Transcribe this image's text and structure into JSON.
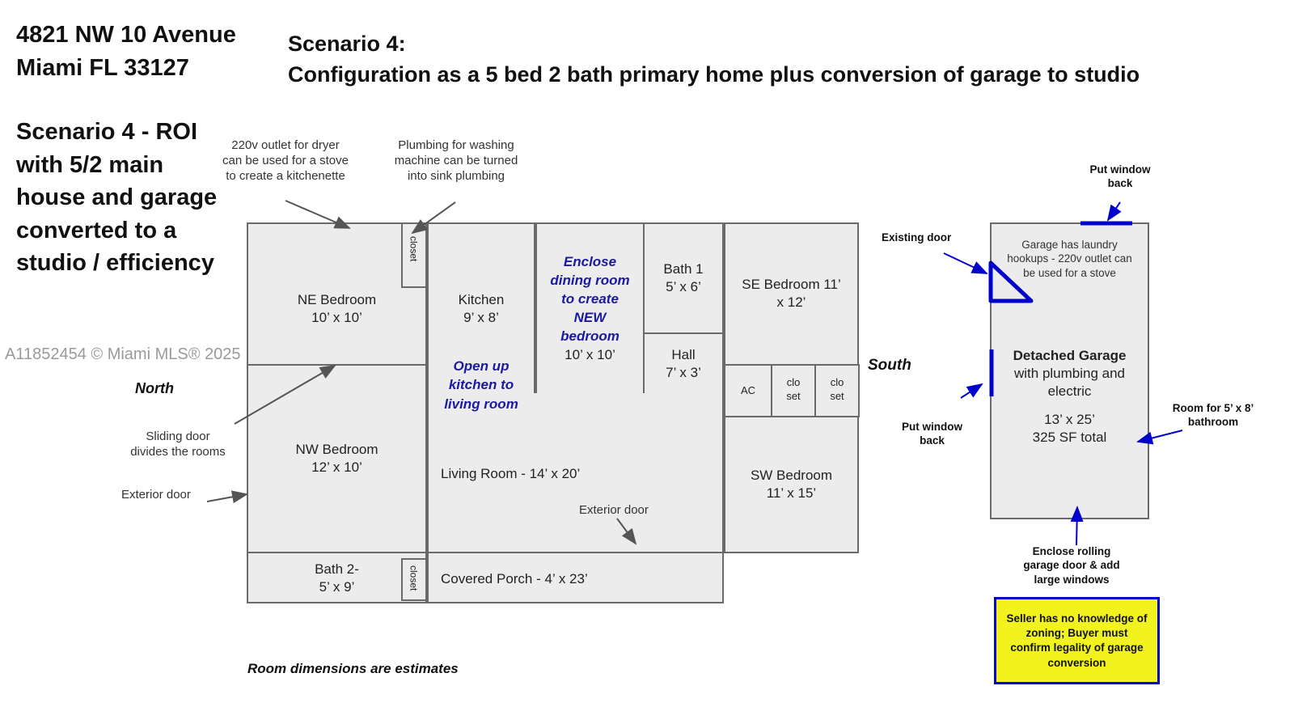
{
  "address": {
    "line1": "4821 NW 10 Avenue",
    "line2": "Miami FL 33127"
  },
  "scenario": {
    "line1": "Scenario 4:",
    "line2": "Configuration as a 5 bed 2 bath primary home plus conversion of garage to studio"
  },
  "roi": [
    "Scenario 4 - ROI",
    "with 5/2 main",
    "house and garage",
    "converted to a",
    "studio / efficiency"
  ],
  "watermark": "A11852454 © Miami MLS® 2025",
  "directions": {
    "north": "North",
    "south": "South"
  },
  "rooms": {
    "ne": [
      "NE Bedroom",
      "10’ x 10’"
    ],
    "nw": [
      "NW Bedroom",
      "12’ x 10’"
    ],
    "bath2": [
      "Bath 2-",
      "5’ x 9’"
    ],
    "closet": "closet",
    "kitchen": [
      "Kitchen",
      "9’ x 8’"
    ],
    "dining": [
      "Enclose",
      "dining room",
      "to create",
      "NEW",
      "bedroom"
    ],
    "dining_dim": "10’ x 10’",
    "bath1": [
      "Bath 1",
      "5’ x 6’"
    ],
    "hall": [
      "Hall",
      "7’ x 3’"
    ],
    "se": [
      "SE Bedroom  11’",
      "x 12’"
    ],
    "ac": "AC",
    "closet2": [
      "clo",
      "set"
    ],
    "sw": [
      "SW Bedroom",
      "11’ x 15’"
    ],
    "living": "Living Room - 14’ x 20’",
    "porch": "Covered Porch - 4’ x 23’",
    "open_kitchen": [
      "Open up",
      "kitchen to",
      "living room"
    ]
  },
  "notes": {
    "outlet": [
      "220v outlet for dryer",
      "can be used for a stove",
      "to create a kitchenette"
    ],
    "plumbing": [
      "Plumbing for washing",
      "machine can be turned",
      "into sink plumbing"
    ],
    "sliding": [
      "Sliding door",
      "divides the rooms"
    ],
    "ext_door_w": "Exterior door",
    "ext_door_living": "Exterior door",
    "estimates": "Room dimensions are estimates"
  },
  "garage": {
    "title": "Detached Garage",
    "sub": [
      "with plumbing and",
      "electric"
    ],
    "dims": [
      "13’ x 25’",
      "325 SF total"
    ],
    "laundry": [
      "Garage has laundry",
      "hookups - 220v outlet can",
      "be used for a stove"
    ],
    "window_top": [
      "Put window",
      "back"
    ],
    "existing_door": "Existing door",
    "window_side": [
      "Put window",
      "back"
    ],
    "bath_room": [
      "Room for 5’ x 8’",
      "bathroom"
    ],
    "rolling": [
      "Enclose rolling",
      "garage door & add",
      "large windows"
    ],
    "disclaimer": [
      "Seller has no knowledge of",
      "zoning; Buyer must",
      "confirm legality of garage",
      "conversion"
    ]
  },
  "colors": {
    "accent": "#0000cc",
    "note_bg": "#f2f21e"
  }
}
